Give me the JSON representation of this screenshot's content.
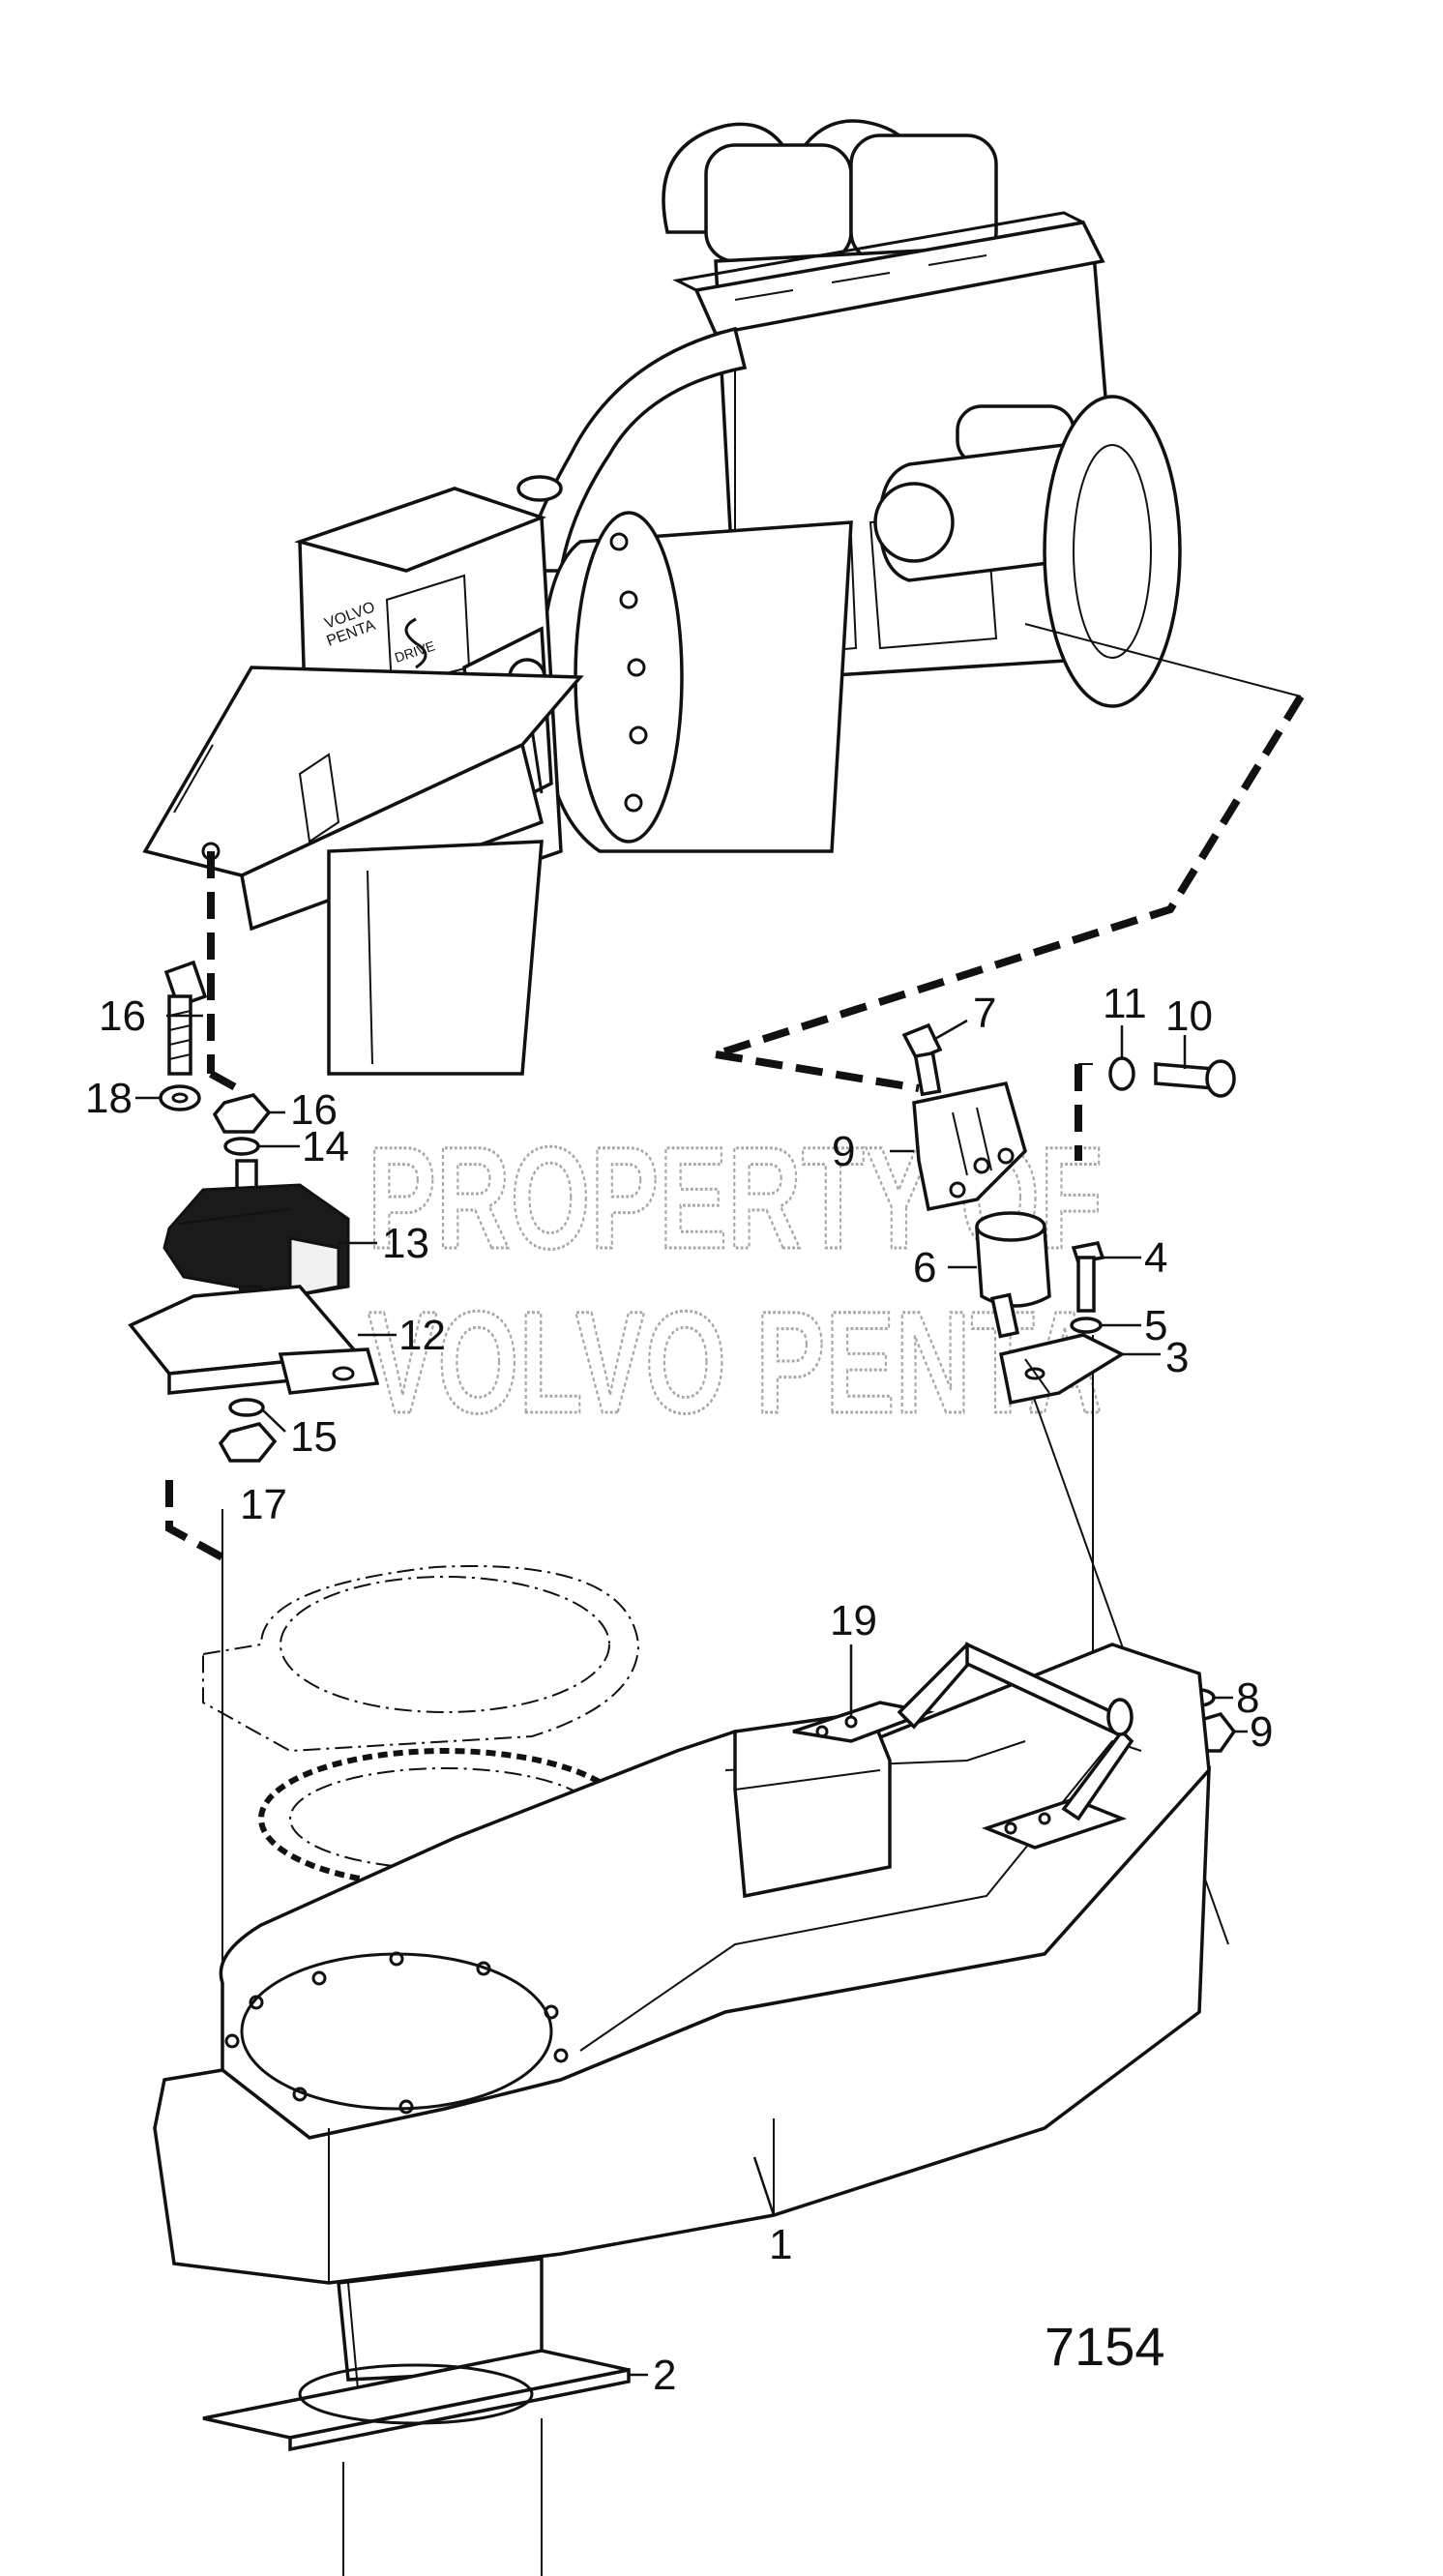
{
  "figure_number": "7154",
  "watermark": {
    "line1": "PROPERTY OF",
    "line2": "VOLVO PENTA"
  },
  "engine_badge": {
    "brand_line1": "VOLVO",
    "brand_line2": "PENTA",
    "series": "DRIVE"
  },
  "callouts": [
    "1",
    "2",
    "3",
    "4",
    "5",
    "6",
    "7",
    "8",
    "9",
    "10",
    "11",
    "12",
    "13",
    "14",
    "15",
    "15",
    "16",
    "16",
    "17",
    "18",
    "19"
  ]
}
